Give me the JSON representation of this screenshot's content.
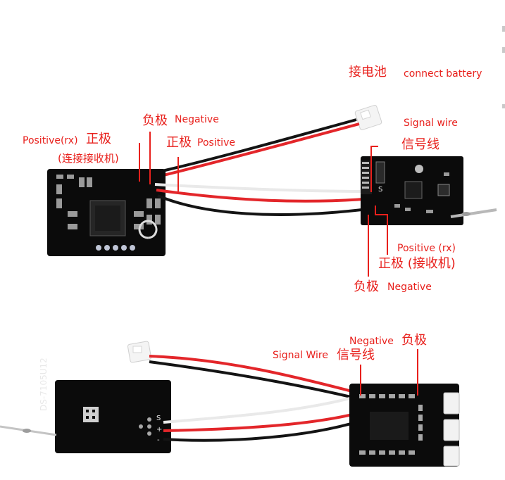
{
  "colors": {
    "annotation": "#e8201c",
    "board": "#0b0b0b",
    "wire_red": "#e3262a",
    "wire_black": "#141414",
    "wire_white": "#e9e9e9",
    "connector": "#f4f4f4"
  },
  "top": {
    "battery_label_cn": "接电池",
    "battery_label_en": "connect battery",
    "signal_wire_en": "Signal wire",
    "signal_wire_cn": "信号线",
    "neg_cn": "负极",
    "neg_en": "Negative",
    "pos_rx_en": "Positive(rx)",
    "pos_cn_1": "正极",
    "pos_rx_cn": "(连接接收机)",
    "pos_cn_2": "正极",
    "pos_en": "Positive",
    "pos_rx2_en": "Positive (rx)",
    "pos_rx2_cn": "正极 (接收机)",
    "neg2_cn": "负极",
    "neg2_en": "Negative",
    "board_pin_s": "S"
  },
  "bottom": {
    "neg_en": "Negative",
    "neg_cn": "负极",
    "signal_en": "Signal Wire",
    "signal_cn": "信号线",
    "board_model": "DS-7105U12",
    "pin_s": "S",
    "pin_plus": "+",
    "pin_minus": "-"
  }
}
